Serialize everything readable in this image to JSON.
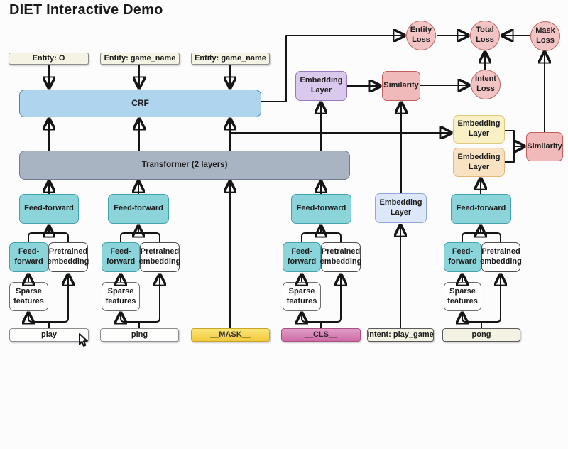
{
  "page": {
    "title": "DIET Interactive Demo"
  },
  "labels": {
    "crf": "CRF",
    "transformer": "Transformer (2 layers)",
    "feed_forward": "Feed-forward",
    "pretrained_embedding": "Pretrained embedding",
    "sparse_features": "Sparse features",
    "embedding_layer": "Embedding Layer",
    "similarity": "Similarity"
  },
  "entities": [
    {
      "label": "Entity: O"
    },
    {
      "label": "Entity: game_name"
    },
    {
      "label": "Entity: game_name"
    }
  ],
  "tokens": {
    "play": "play",
    "ping": "ping",
    "mask": "__MASK__",
    "cls": "__CLS__",
    "intent": "Intent: play_game",
    "pong": "pong"
  },
  "losses": {
    "entity": "Entity Loss",
    "total": "Total Loss",
    "mask": "Mask Loss",
    "intent": "Intent Loss"
  },
  "palette": {
    "crf_fill": "#aed4ee",
    "crf_border": "#4a88b8",
    "transformer_fill": "#a9b4c2",
    "transformer_border": "#6f7d8e",
    "feed_forward_fill": "#8bd5da",
    "feed_forward_border": "#44a2ab",
    "embedding_purple_fill": "#d9c9ec",
    "embedding_purple_border": "#9878c0",
    "embedding_blue_fill": "#dce8fa",
    "embedding_blue_border": "#8fa8d8",
    "embedding_yellow_fill": "#faf0c6",
    "embedding_yellow_border": "#dfc97a",
    "embedding_orange_fill": "#f9e2c2",
    "embedding_orange_border": "#e2b87e",
    "similarity_fill": "#f0baba",
    "similarity_border": "#c25e5e",
    "loss_fill": "#f2c4c4",
    "loss_border": "#bb6666",
    "entity_label_fill": "#f5f3e3",
    "mask_token_fill": "#f2c93c",
    "mask_token_border": "#c9a42a",
    "cls_token_fill": "#ce6da6",
    "cls_token_border": "#a84f84",
    "cream_token_fill": "#f4f2e2",
    "white_token_fill": "#fdfdfc",
    "edge_color": "#151515",
    "background": "#fdfcfd"
  }
}
